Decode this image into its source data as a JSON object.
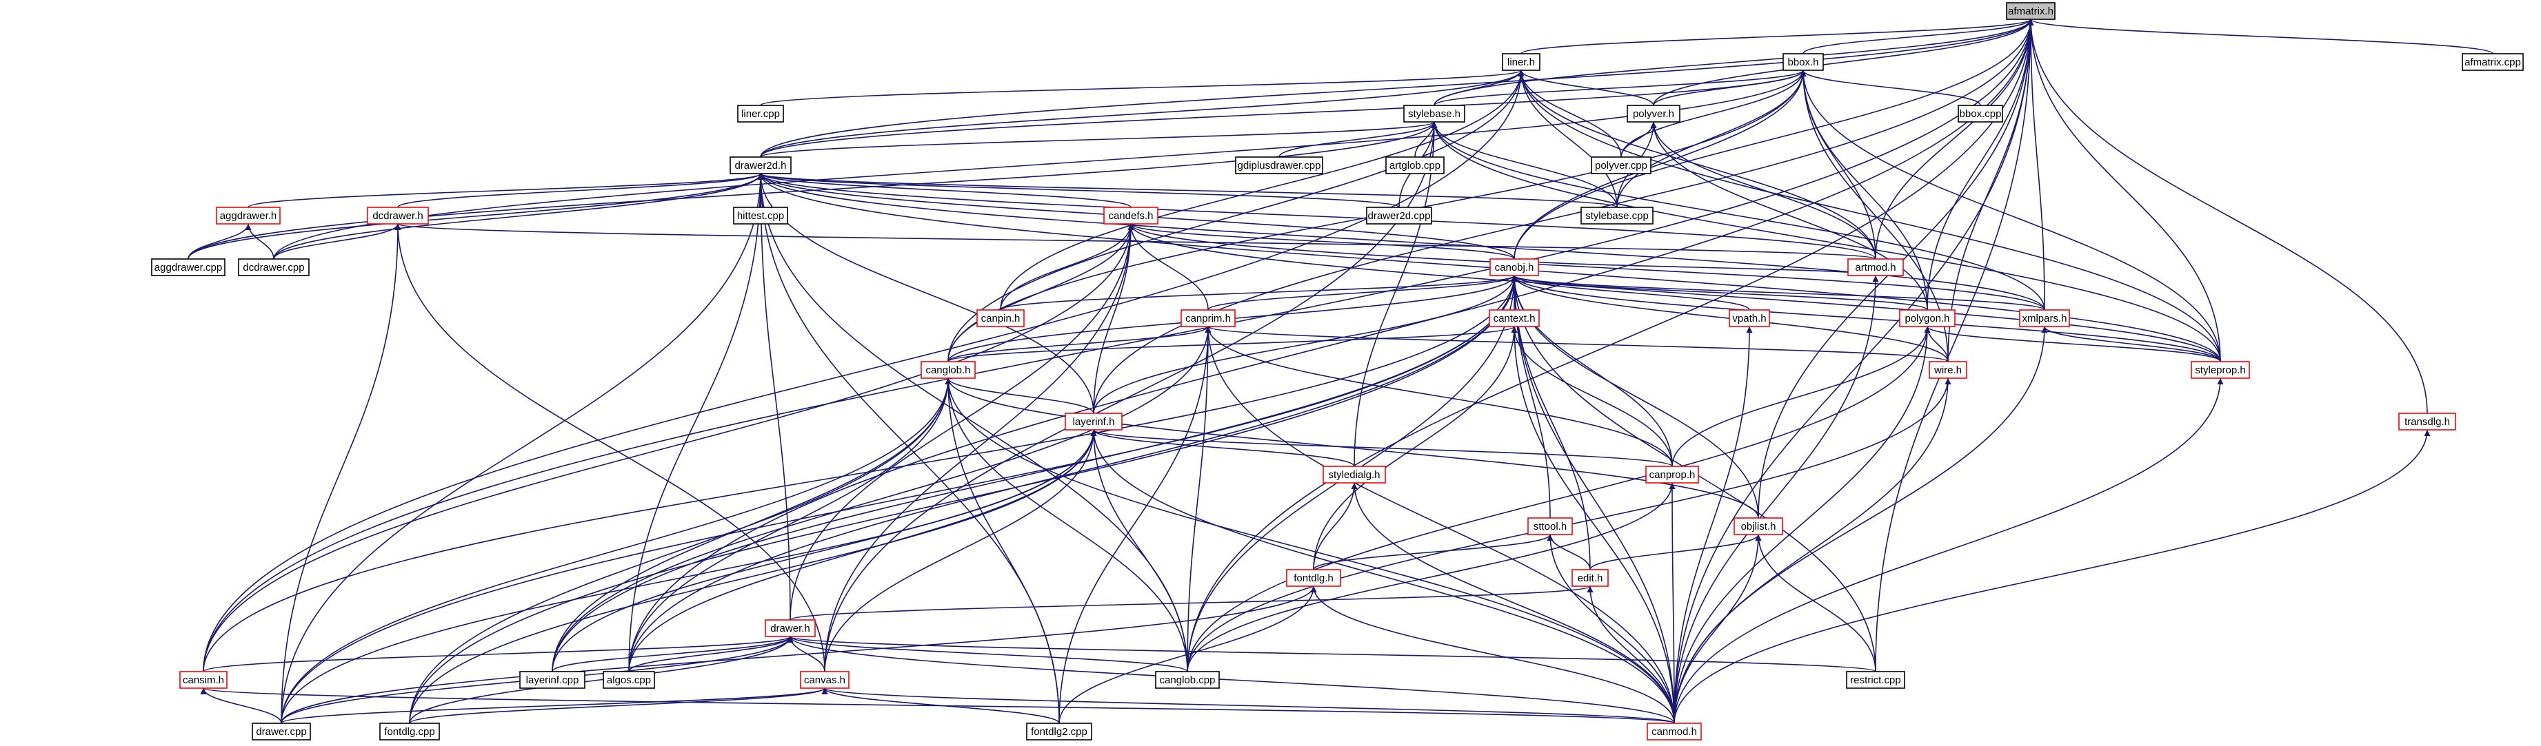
{
  "diagram": {
    "title": "afmatrix.h",
    "edge_color": "#191970",
    "external_box_color": "#ff0000",
    "focus_fill": "#bfbfbf",
    "nodes": [
      {
        "id": "afmatrix_h",
        "label": "afmatrix.h",
        "style": "root"
      },
      {
        "id": "afmatrix_cpp",
        "label": "afmatrix.cpp",
        "style": "black"
      },
      {
        "id": "liner_h",
        "label": "liner.h",
        "style": "black"
      },
      {
        "id": "bbox_h",
        "label": "bbox.h",
        "style": "black"
      },
      {
        "id": "liner_cpp",
        "label": "liner.cpp",
        "style": "black"
      },
      {
        "id": "stylebase_h",
        "label": "stylebase.h",
        "style": "black"
      },
      {
        "id": "polyver_h",
        "label": "polyver.h",
        "style": "black"
      },
      {
        "id": "bbox_cpp",
        "label": "bbox.cpp",
        "style": "black"
      },
      {
        "id": "gdiplusdrawer_cpp",
        "label": "gdiplusdrawer.cpp",
        "style": "black"
      },
      {
        "id": "artglob_cpp",
        "label": "artglob.cpp",
        "style": "black"
      },
      {
        "id": "polyver_cpp",
        "label": "polyver.cpp",
        "style": "black"
      },
      {
        "id": "drawer2d_h",
        "label": "drawer2d.h",
        "style": "black"
      },
      {
        "id": "aggdrawer_h",
        "label": "aggdrawer.h",
        "style": "red"
      },
      {
        "id": "dcdrawer_h",
        "label": "dcdrawer.h",
        "style": "red"
      },
      {
        "id": "hittest_cpp",
        "label": "hittest.cpp",
        "style": "black"
      },
      {
        "id": "drawer2d_cpp",
        "label": "drawer2d.cpp",
        "style": "black"
      },
      {
        "id": "stylebase_cpp",
        "label": "stylebase.cpp",
        "style": "black"
      },
      {
        "id": "aggdrawer_cpp",
        "label": "aggdrawer.cpp",
        "style": "black"
      },
      {
        "id": "dcdrawer_cpp",
        "label": "dcdrawer.cpp",
        "style": "black"
      },
      {
        "id": "candefs_h",
        "label": "candefs.h",
        "style": "red"
      },
      {
        "id": "artmod_h",
        "label": "artmod.h",
        "style": "red"
      },
      {
        "id": "canobj_h",
        "label": "canobj.h",
        "style": "red"
      },
      {
        "id": "canpin_h",
        "label": "canpin.h",
        "style": "red"
      },
      {
        "id": "canprim_h",
        "label": "canprim.h",
        "style": "red"
      },
      {
        "id": "cantext_h",
        "label": "cantext.h",
        "style": "red"
      },
      {
        "id": "vpath_h",
        "label": "vpath.h",
        "style": "red"
      },
      {
        "id": "polygon_h",
        "label": "polygon.h",
        "style": "red"
      },
      {
        "id": "xmlpars_h",
        "label": "xmlpars.h",
        "style": "red"
      },
      {
        "id": "wire_h",
        "label": "wire.h",
        "style": "red"
      },
      {
        "id": "styleprop_h",
        "label": "styleprop.h",
        "style": "red"
      },
      {
        "id": "canglob_h",
        "label": "canglob.h",
        "style": "red"
      },
      {
        "id": "layerinf_h",
        "label": "layerinf.h",
        "style": "red"
      },
      {
        "id": "transdlg_h",
        "label": "transdlg.h",
        "style": "red"
      },
      {
        "id": "styledialg_h",
        "label": "styledialg.h",
        "style": "red"
      },
      {
        "id": "canprop_h",
        "label": "canprop.h",
        "style": "red"
      },
      {
        "id": "sttool_h",
        "label": "sttool.h",
        "style": "red"
      },
      {
        "id": "objlist_h",
        "label": "objlist.h",
        "style": "red"
      },
      {
        "id": "edit_h",
        "label": "edit.h",
        "style": "red"
      },
      {
        "id": "fontdlg_h",
        "label": "fontdlg.h",
        "style": "red"
      },
      {
        "id": "drawer_h",
        "label": "drawer.h",
        "style": "red"
      },
      {
        "id": "cansim_h",
        "label": "cansim.h",
        "style": "red"
      },
      {
        "id": "layerinf_cpp",
        "label": "layerinf.cpp",
        "style": "black"
      },
      {
        "id": "algos_cpp",
        "label": "algos.cpp",
        "style": "black"
      },
      {
        "id": "canvas_h",
        "label": "canvas.h",
        "style": "red"
      },
      {
        "id": "canglob_cpp",
        "label": "canglob.cpp",
        "style": "black"
      },
      {
        "id": "restrict_cpp",
        "label": "restrict.cpp",
        "style": "black"
      },
      {
        "id": "drawer_cpp",
        "label": "drawer.cpp",
        "style": "black"
      },
      {
        "id": "fontdlg_cpp",
        "label": "fontdlg.cpp",
        "style": "black"
      },
      {
        "id": "fontdlg2_cpp",
        "label": "fontdlg2.cpp",
        "style": "black"
      },
      {
        "id": "canmod_h",
        "label": "canmod.h",
        "style": "red"
      }
    ],
    "edges": [
      [
        "liner_h",
        "afmatrix_h"
      ],
      [
        "bbox_h",
        "afmatrix_h"
      ],
      [
        "afmatrix_cpp",
        "afmatrix_h"
      ],
      [
        "stylebase_h",
        "afmatrix_h"
      ],
      [
        "polyver_h",
        "afmatrix_h"
      ],
      [
        "drawer2d_h",
        "afmatrix_h"
      ],
      [
        "canobj_h",
        "afmatrix_h"
      ],
      [
        "artmod_h",
        "afmatrix_h"
      ],
      [
        "xmlpars_h",
        "afmatrix_h"
      ],
      [
        "wire_h",
        "afmatrix_h"
      ],
      [
        "styleprop_h",
        "afmatrix_h"
      ],
      [
        "transdlg_h",
        "afmatrix_h"
      ],
      [
        "objlist_h",
        "afmatrix_h"
      ],
      [
        "restrict_cpp",
        "afmatrix_h"
      ],
      [
        "canmod_h",
        "afmatrix_h"
      ],
      [
        "layerinf_h",
        "afmatrix_h"
      ],
      [
        "cansim_h",
        "afmatrix_h"
      ],
      [
        "algos_cpp",
        "afmatrix_h"
      ],
      [
        "canglob_cpp",
        "afmatrix_h"
      ],
      [
        "polygon_h",
        "afmatrix_h"
      ],
      [
        "liner_cpp",
        "liner_h"
      ],
      [
        "stylebase_h",
        "liner_h"
      ],
      [
        "polyver_h",
        "liner_h"
      ],
      [
        "drawer2d_h",
        "liner_h"
      ],
      [
        "polyver_cpp",
        "liner_h"
      ],
      [
        "stylebase_cpp",
        "liner_h"
      ],
      [
        "artmod_h",
        "liner_h"
      ],
      [
        "styleprop_h",
        "liner_h"
      ],
      [
        "canpin_h",
        "liner_h"
      ],
      [
        "cansim_h",
        "liner_h"
      ],
      [
        "canglob_h",
        "liner_h"
      ],
      [
        "bbox_cpp",
        "bbox_h"
      ],
      [
        "stylebase_h",
        "bbox_h"
      ],
      [
        "polyver_h",
        "bbox_h"
      ],
      [
        "drawer2d_h",
        "bbox_h"
      ],
      [
        "canobj_h",
        "bbox_h"
      ],
      [
        "artmod_h",
        "bbox_h"
      ],
      [
        "polygon_h",
        "bbox_h"
      ],
      [
        "styleprop_h",
        "bbox_h"
      ],
      [
        "wire_h",
        "bbox_h"
      ],
      [
        "stylebase_cpp",
        "bbox_h"
      ],
      [
        "polyver_cpp",
        "bbox_h"
      ],
      [
        "canglob_h",
        "bbox_h"
      ],
      [
        "dcdrawer_cpp",
        "bbox_h"
      ],
      [
        "gdiplusdrawer_cpp",
        "stylebase_h"
      ],
      [
        "artglob_cpp",
        "stylebase_h"
      ],
      [
        "drawer2d_cpp",
        "stylebase_h"
      ],
      [
        "drawer2d_h",
        "stylebase_h"
      ],
      [
        "stylebase_cpp",
        "stylebase_h"
      ],
      [
        "canvas_h",
        "stylebase_h"
      ],
      [
        "styledialg_h",
        "stylebase_h"
      ],
      [
        "xmlpars_h",
        "stylebase_h"
      ],
      [
        "styleprop_h",
        "stylebase_h"
      ],
      [
        "aggdrawer_cpp",
        "stylebase_h"
      ],
      [
        "polyver_cpp",
        "polyver_h"
      ],
      [
        "stylebase_cpp",
        "polyver_h"
      ],
      [
        "polygon_h",
        "polyver_h"
      ],
      [
        "artmod_h",
        "polyver_h"
      ],
      [
        "aggdrawer_h",
        "drawer2d_h"
      ],
      [
        "dcdrawer_h",
        "drawer2d_h"
      ],
      [
        "hittest_cpp",
        "drawer2d_h"
      ],
      [
        "candefs_h",
        "drawer2d_h"
      ],
      [
        "drawer2d_cpp",
        "drawer2d_h"
      ],
      [
        "stylebase_cpp",
        "drawer2d_h"
      ],
      [
        "canobj_h",
        "drawer2d_h"
      ],
      [
        "artmod_h",
        "drawer2d_h"
      ],
      [
        "xmlpars_h",
        "drawer2d_h"
      ],
      [
        "aggdrawer_cpp",
        "drawer2d_h"
      ],
      [
        "dcdrawer_cpp",
        "drawer2d_h"
      ],
      [
        "drawer_h",
        "drawer2d_h"
      ],
      [
        "layerinf_h",
        "drawer2d_h"
      ],
      [
        "canglob_cpp",
        "drawer2d_h"
      ],
      [
        "fontdlg2_cpp",
        "drawer2d_h"
      ],
      [
        "drawer_cpp",
        "drawer2d_h"
      ],
      [
        "algos_cpp",
        "drawer2d_h"
      ],
      [
        "styleprop_h",
        "drawer2d_h"
      ],
      [
        "aggdrawer_cpp",
        "aggdrawer_h"
      ],
      [
        "dcdrawer_cpp",
        "aggdrawer_h"
      ],
      [
        "dcdrawer_cpp",
        "dcdrawer_h"
      ],
      [
        "canvas_h",
        "dcdrawer_h"
      ],
      [
        "drawer_cpp",
        "dcdrawer_h"
      ],
      [
        "artmod_h",
        "dcdrawer_h"
      ],
      [
        "canobj_h",
        "candefs_h"
      ],
      [
        "canpin_h",
        "candefs_h"
      ],
      [
        "canprim_h",
        "candefs_h"
      ],
      [
        "xmlpars_h",
        "candefs_h"
      ],
      [
        "styleprop_h",
        "candefs_h"
      ],
      [
        "layerinf_h",
        "candefs_h"
      ],
      [
        "canglob_h",
        "candefs_h"
      ],
      [
        "drawer_h",
        "candefs_h"
      ],
      [
        "canvas_h",
        "candefs_h"
      ],
      [
        "cansim_h",
        "candefs_h"
      ],
      [
        "canobj_h",
        "artmod_h"
      ],
      [
        "canmod_h",
        "artmod_h"
      ],
      [
        "canpin_h",
        "canobj_h"
      ],
      [
        "canprim_h",
        "canobj_h"
      ],
      [
        "cantext_h",
        "canobj_h"
      ],
      [
        "vpath_h",
        "canobj_h"
      ],
      [
        "polygon_h",
        "canobj_h"
      ],
      [
        "xmlpars_h",
        "canobj_h"
      ],
      [
        "wire_h",
        "canobj_h"
      ],
      [
        "styleprop_h",
        "canobj_h"
      ],
      [
        "canglob_h",
        "canobj_h"
      ],
      [
        "layerinf_h",
        "canobj_h"
      ],
      [
        "canprop_h",
        "canobj_h"
      ],
      [
        "sttool_h",
        "canobj_h"
      ],
      [
        "objlist_h",
        "canobj_h"
      ],
      [
        "edit_h",
        "canobj_h"
      ],
      [
        "canglob_cpp",
        "canobj_h"
      ],
      [
        "canmod_h",
        "canobj_h"
      ],
      [
        "restrict_cpp",
        "canobj_h"
      ],
      [
        "layerinf_cpp",
        "canobj_h"
      ],
      [
        "algos_cpp",
        "canobj_h"
      ],
      [
        "fontdlg_cpp",
        "canobj_h"
      ],
      [
        "drawer_cpp",
        "canobj_h"
      ],
      [
        "cansim_h",
        "canobj_h"
      ],
      [
        "canglob_h",
        "canprim_h"
      ],
      [
        "canprop_h",
        "canprim_h"
      ],
      [
        "canglob_cpp",
        "canprim_h"
      ],
      [
        "fontdlg2_cpp",
        "canprim_h"
      ],
      [
        "canmod_h",
        "canprim_h"
      ],
      [
        "layerinf_cpp",
        "canprim_h"
      ],
      [
        "wire_h",
        "canprim_h"
      ],
      [
        "canprop_h",
        "cantext_h"
      ],
      [
        "fontdlg_h",
        "cantext_h"
      ],
      [
        "canmod_h",
        "cantext_h"
      ],
      [
        "canglob_h",
        "cantext_h"
      ],
      [
        "canmod_h",
        "vpath_h"
      ],
      [
        "wire_h",
        "polygon_h"
      ],
      [
        "canprop_h",
        "polygon_h"
      ],
      [
        "canmod_h",
        "polygon_h"
      ],
      [
        "canglob_cpp",
        "polygon_h"
      ],
      [
        "styleprop_h",
        "polygon_h"
      ],
      [
        "styleprop_h",
        "xmlpars_h"
      ],
      [
        "canmod_h",
        "xmlpars_h"
      ],
      [
        "canmod_h",
        "wire_h"
      ],
      [
        "canglob_cpp",
        "wire_h"
      ],
      [
        "canmod_h",
        "styleprop_h"
      ],
      [
        "layerinf_h",
        "canglob_h"
      ],
      [
        "canglob_cpp",
        "canglob_h"
      ],
      [
        "fontdlg2_cpp",
        "canglob_h"
      ],
      [
        "canmod_h",
        "canglob_h"
      ],
      [
        "objlist_h",
        "canglob_h"
      ],
      [
        "layerinf_cpp",
        "canglob_h"
      ],
      [
        "algos_cpp",
        "canglob_h"
      ],
      [
        "fontdlg_cpp",
        "canglob_h"
      ],
      [
        "drawer_cpp",
        "canglob_h"
      ],
      [
        "styledialg_h",
        "layerinf_h"
      ],
      [
        "canprop_h",
        "layerinf_h"
      ],
      [
        "layerinf_cpp",
        "layerinf_h"
      ],
      [
        "canglob_cpp",
        "layerinf_h"
      ],
      [
        "canmod_h",
        "layerinf_h"
      ],
      [
        "algos_cpp",
        "layerinf_h"
      ],
      [
        "fontdlg_cpp",
        "layerinf_h"
      ],
      [
        "drawer_cpp",
        "layerinf_h"
      ],
      [
        "canvas_h",
        "layerinf_h"
      ],
      [
        "canmod_h",
        "transdlg_h"
      ],
      [
        "fontdlg_h",
        "styledialg_h"
      ],
      [
        "canmod_h",
        "styledialg_h"
      ],
      [
        "canglob_cpp",
        "canprop_h"
      ],
      [
        "canmod_h",
        "canprop_h"
      ],
      [
        "edit_h",
        "sttool_h"
      ],
      [
        "fontdlg_h",
        "sttool_h"
      ],
      [
        "canmod_h",
        "sttool_h"
      ],
      [
        "edit_h",
        "objlist_h"
      ],
      [
        "canmod_h",
        "objlist_h"
      ],
      [
        "restrict_cpp",
        "objlist_h"
      ],
      [
        "drawer_h",
        "edit_h"
      ],
      [
        "canmod_h",
        "edit_h"
      ],
      [
        "canmod_h",
        "fontdlg_h"
      ],
      [
        "fontdlg2_cpp",
        "fontdlg_h"
      ],
      [
        "drawer_cpp",
        "fontdlg_h"
      ],
      [
        "cansim_h",
        "drawer_h"
      ],
      [
        "layerinf_cpp",
        "drawer_h"
      ],
      [
        "algos_cpp",
        "drawer_h"
      ],
      [
        "canvas_h",
        "drawer_h"
      ],
      [
        "canglob_cpp",
        "drawer_h"
      ],
      [
        "restrict_cpp",
        "drawer_h"
      ],
      [
        "canmod_h",
        "drawer_h"
      ],
      [
        "drawer_cpp",
        "drawer_h"
      ],
      [
        "fontdlg_cpp",
        "drawer_h"
      ],
      [
        "drawer_cpp",
        "cansim_h"
      ],
      [
        "canmod_h",
        "cansim_h"
      ],
      [
        "drawer_cpp",
        "canvas_h"
      ],
      [
        "fontdlg_cpp",
        "canvas_h"
      ],
      [
        "fontdlg2_cpp",
        "canvas_h"
      ],
      [
        "canmod_h",
        "canvas_h"
      ]
    ]
  }
}
